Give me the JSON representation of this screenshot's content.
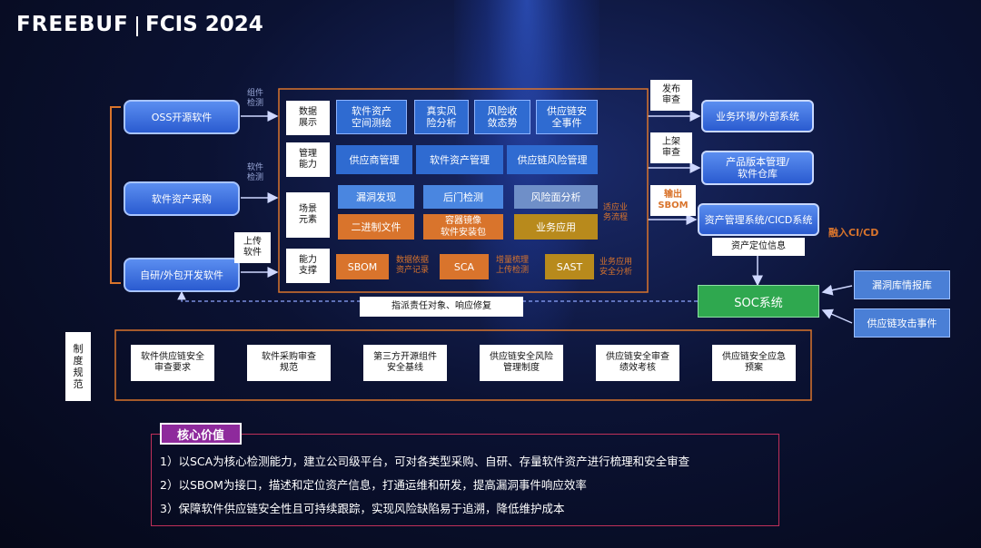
{
  "header": {
    "logo_freebuf": "FREEBUF",
    "logo_fcis": "FCIS 2024"
  },
  "sources": [
    {
      "label": "OSS开源软件",
      "note": "组件\n检测"
    },
    {
      "label": "软件资产采购",
      "note": "软件\n检测"
    },
    {
      "label": "自研/外包开发软件",
      "note": "上传\n软件"
    }
  ],
  "center_rows": [
    {
      "label": "数据\n展示",
      "cells": [
        "软件资产\n空间测绘",
        "真实风\n险分析",
        "风险收\n敛态势",
        "供应链安\n全事件"
      ]
    },
    {
      "label": "管理\n能力",
      "cells": [
        "供应商管理",
        "软件资产管理",
        "供应链风险管理"
      ]
    },
    {
      "label": "场景\n元素",
      "cells": [
        "漏洞发现",
        "后门检测",
        "风险面分析",
        "二进制文件",
        "容器镜像\n软件安装包",
        "业务应用"
      ],
      "note": "适应业\n务流程"
    },
    {
      "label": "能力\n支撑",
      "cells": [
        "SBOM",
        "SCA",
        "SAST"
      ],
      "notes": [
        "数据依据\n资产记录",
        "增量梳理\n上传检测",
        "业务应用\n安全分析"
      ]
    }
  ],
  "right_flow": [
    {
      "gate": "发布\n审查",
      "target": "业务环境/外部系统"
    },
    {
      "gate": "上架\n审查",
      "target": "产品版本管理/\n软件仓库"
    },
    {
      "gate": "输出\nSBOM",
      "target": "资产管理系统/CICD系统"
    }
  ],
  "cicd_label": "融入CI/CD",
  "asset_info": "资产定位信息",
  "soc": "SOC系统",
  "soc_inputs": [
    "漏洞库情报库",
    "供应链攻击事件"
  ],
  "assign_label": "指派责任对象、响应修复",
  "policy_title": "制\n度\n规\n范",
  "policies": [
    "软件供应链安全\n审查要求",
    "软件采购审查\n规范",
    "第三方开源组件\n安全基线",
    "供应链安全风险\n管理制度",
    "供应链安全审查\n绩效考核",
    "供应链安全应急\n预案"
  ],
  "core_title": "核心价值",
  "core_points": [
    "1）以SCA为核心检测能力，建立公司级平台，可对各类型采购、自研、存量软件资产进行梳理和安全审查",
    "2）以SBOM为接口，描述和定位资产信息，打通运维和研发，提高漏洞事件响应效率",
    "3）保障软件供应链安全性且可持续跟踪，实现风险缺陷易于追溯，降低维护成本"
  ],
  "colors": {
    "accent_orange": "#d9742c",
    "soc_green": "#2fa84f",
    "core_border": "#c0305a",
    "core_title_bg": "#8e2a9c"
  }
}
